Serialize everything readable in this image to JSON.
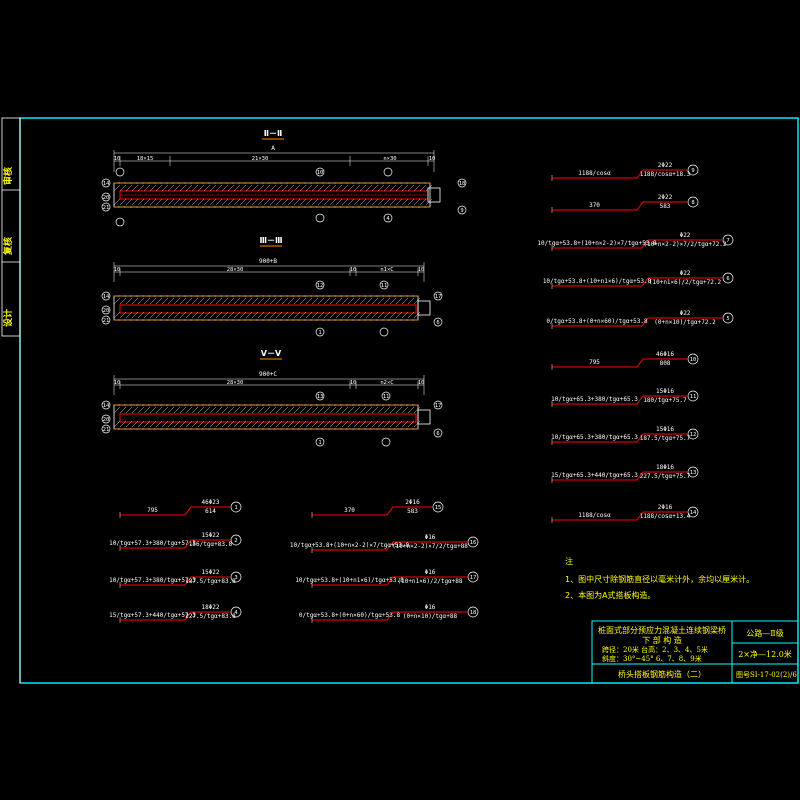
{
  "colors": {
    "border": "#00ffff",
    "rebar": "#ff0000",
    "text": "#ffffff",
    "title": "#ffff00",
    "cut": "#ff8800"
  },
  "side_labels": [
    "审核",
    "复核",
    "设计"
  ],
  "sections": [
    {
      "title": "Ⅱ－Ⅱ",
      "top_total": "A",
      "dims": [
        "10",
        "18×15",
        "21×30",
        "n×30",
        "10"
      ],
      "tags": [
        "14",
        "20",
        "21",
        "10",
        "4",
        "18",
        "9"
      ]
    },
    {
      "title": "Ⅲ－Ⅲ",
      "top_total": "900+B",
      "dims": [
        "10",
        "28×30",
        "10",
        "n1×C",
        "10"
      ],
      "tags": [
        "14",
        "20",
        "21",
        "12",
        "11",
        "17",
        "6",
        "1"
      ]
    },
    {
      "title": "Ⅴ－Ⅴ",
      "top_total": "900+C",
      "dims": [
        "10",
        "28×30",
        "10",
        "n2×C",
        "10"
      ],
      "tags": [
        "14",
        "20",
        "21",
        "13",
        "11",
        "17",
        "6",
        "1"
      ]
    }
  ],
  "rebars_right": [
    {
      "num": "9",
      "top": "2Φ22",
      "left": "1188/cosα",
      "right": "1188/cosα+18.3"
    },
    {
      "num": "8",
      "top": "2Φ22",
      "left": "370",
      "right": "583"
    },
    {
      "num": "7",
      "top": "Φ22",
      "left": "10/tgα+53.8+(10+n×2-2)×7/tgα+53.8",
      "right": "(10+n×2-2)×7/2/tgα+72.2"
    },
    {
      "num": "6",
      "top": "Φ22",
      "left": "10/tgα+53.8+(10+n1×6)/tgα+53.8",
      "right": "(10+n1×6)/2/tgα+72.2"
    },
    {
      "num": "5",
      "top": "Φ22",
      "left": "0/tgα+53.8+(0+n×60)/tgα+53.8",
      "right": "(0+n×10)/tgα+72.2"
    },
    {
      "num": "10",
      "top": "46Φ16",
      "left": "795",
      "right": "808"
    },
    {
      "num": "11",
      "top": "15Φ16",
      "left": "10/tgα+65.3+380/tgα+65.3",
      "right": "180/tgα+75.7"
    },
    {
      "num": "12",
      "top": "15Φ16",
      "left": "10/tgα+65.3+380/tgα+65.3",
      "right": "187.5/tgα+75.7"
    },
    {
      "num": "13",
      "top": "18Φ16",
      "left": "15/tgα+65.3+440/tgα+65.3",
      "right": "227.5/tgα+75.7"
    },
    {
      "num": "14",
      "top": "2Φ16",
      "left": "1188/cosα",
      "right": "1188/cosα+13.4"
    }
  ],
  "rebars_left": [
    {
      "num": "1",
      "top": "46Φ23",
      "left": "795",
      "right": "614"
    },
    {
      "num": "2",
      "top": "15Φ22",
      "left": "10/tgα+57.3+380/tgα+57.3",
      "right": "156/tgα+83.8"
    },
    {
      "num": "3",
      "top": "15Φ22",
      "left": "10/tgα+57.3+380/tgα+57.3",
      "right": "187.5/tgα+83.8"
    },
    {
      "num": "4",
      "top": "18Φ22",
      "left": "15/tgα+57.3+440/tgα+57.3",
      "right": "227.5/tgα+83.8"
    }
  ],
  "rebars_mid": [
    {
      "num": "15",
      "top": "2Φ16",
      "left": "370",
      "right": "583"
    },
    {
      "num": "16",
      "top": "Φ16",
      "left": "10/tgα+53.8+(10+n×2-2)×7/tgα+53.8",
      "right": "(10+n×2-2)×7/2/tgα+88"
    },
    {
      "num": "17",
      "top": "Φ16",
      "left": "10/tgα+53.8+(10+n1×6)/tgα+53.8",
      "right": "(10+n1×6)/2/tgα+88"
    },
    {
      "num": "18",
      "top": "Φ16",
      "left": "0/tgα+53.8+(0+n×60)/tgα+53.8",
      "right": "(0+n×10)/tgα+88"
    }
  ],
  "notes": {
    "head": "注",
    "lines": [
      "1、图中尺寸除钢筋直径以毫米计外，余均以厘米计。",
      "2、本图为A式搭板构造。"
    ]
  },
  "title_block": {
    "project": "桩面式部分预应力混凝土连续钢梁桥",
    "part": "下 部 构 造",
    "info1": "跨径：20米  台高：2、3、4、5米",
    "info2": "斜度：30°~45°  6、7、8、9米",
    "drawing": "桥头搭板钢筋构造（二）",
    "road": "公路—Ⅱ级",
    "width": "2×净—12.0米",
    "number": "图号SI-17-02(2)/6"
  }
}
